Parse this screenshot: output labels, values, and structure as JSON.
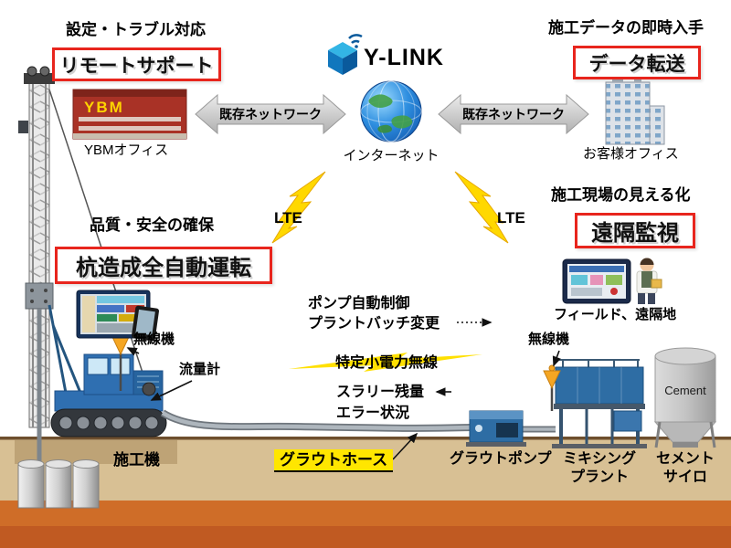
{
  "brand": {
    "logo": "Y-LINK",
    "internet": "インターネット"
  },
  "remote_support": {
    "caption": "設定・トラブル対応",
    "title": "リモートサポート",
    "office": "YBMオフィス",
    "sign": "YBM"
  },
  "data_transfer": {
    "caption": "施工データの即時入手",
    "title": "データ転送",
    "office": "お客様オフィス"
  },
  "network": {
    "left": "既存ネットワーク",
    "right": "既存ネットワーク",
    "lte_left": "LTE",
    "lte_right": "LTE"
  },
  "auto_operation": {
    "caption": "品質・安全の確保",
    "title": "杭造成全自動運転"
  },
  "remote_monitoring": {
    "caption": "施工現場の見える化",
    "title": "遠隔監視",
    "location": "フィールド、遠隔地"
  },
  "telemetry": {
    "pump_control": "ポンプ自動制御",
    "plant_batch": "プラントバッチ変更",
    "radio_band": "特定小電力無線",
    "slurry": "スラリー残量",
    "error_status": "エラー状況"
  },
  "equipment": {
    "radio_left": "無線機",
    "radio_right": "無線機",
    "flow_meter": "流量計",
    "machine": "施工機",
    "grout_hose": "グラウトホース",
    "grout_pump": "グラウトポンプ",
    "mixing_plant_line1": "ミキシング",
    "mixing_plant_line2": "プラント",
    "cement_silo_line1": "セメント",
    "cement_silo_line2": "サイロ",
    "cement_sign": "Cement"
  },
  "colors": {
    "accent_red": "#e8251d",
    "lightning_yellow": "#ffd800",
    "highlight_yellow": "#ffe600"
  }
}
